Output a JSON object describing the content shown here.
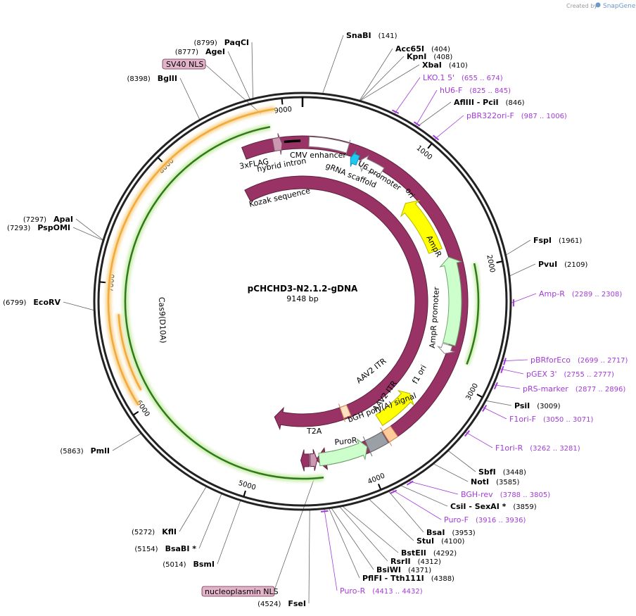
{
  "credit": {
    "prefix": "Created by",
    "brand": "SnapGene"
  },
  "plasmid": {
    "name": "pCHCHD3-N2.1.2-gDNA",
    "size_label": "9148 bp",
    "length": 9148
  },
  "ticks": [
    {
      "bp": 1000,
      "label": "1000"
    },
    {
      "bp": 2000,
      "label": "2000"
    },
    {
      "bp": 3000,
      "label": "3000"
    },
    {
      "bp": 4000,
      "label": "4000"
    },
    {
      "bp": 5000,
      "label": "5000"
    },
    {
      "bp": 6000,
      "label": "6000"
    },
    {
      "bp": 7000,
      "label": "7000"
    },
    {
      "bp": 8000,
      "label": "8000"
    },
    {
      "bp": 9000,
      "label": "9000"
    }
  ],
  "sites": [
    {
      "name": "SnaBI",
      "pos": "(141)",
      "bp": 141
    },
    {
      "name": "Acc65I",
      "pos": "(404)",
      "bp": 404
    },
    {
      "name": "KpnI",
      "pos": "(408)",
      "bp": 408
    },
    {
      "name": "XbaI",
      "pos": "(410)",
      "bp": 410
    },
    {
      "name": "AflIII  - PciI",
      "pos": "(846)",
      "bp": 846
    },
    {
      "name": "FspI",
      "pos": "(1961)",
      "bp": 1961
    },
    {
      "name": "PvuI",
      "pos": "(2109)",
      "bp": 2109
    },
    {
      "name": "PsiI",
      "pos": "(3009)",
      "bp": 3009
    },
    {
      "name": "SbfI",
      "pos": "(3448)",
      "bp": 3448
    },
    {
      "name": "NotI",
      "pos": "(3585)",
      "bp": 3585
    },
    {
      "name": "CsiI  - SexAI *",
      "pos": "(3859)",
      "bp": 3859
    },
    {
      "name": "BsaI",
      "pos": "(3953)",
      "bp": 3953
    },
    {
      "name": "StuI",
      "pos": "(4100)",
      "bp": 4100
    },
    {
      "name": "BstEII",
      "pos": "(4292)",
      "bp": 4292
    },
    {
      "name": "RsrII",
      "pos": "(4312)",
      "bp": 4312
    },
    {
      "name": "BsiWI",
      "pos": "(4371)",
      "bp": 4371
    },
    {
      "name": "PflFI  - Tth111I",
      "pos": "(4388)",
      "bp": 4388
    },
    {
      "name": "FseI",
      "pos": "(4524)",
      "bp": 4524
    },
    {
      "name": "BsmI",
      "pos": "(5014)",
      "bp": 5014
    },
    {
      "name": "BsaBI *",
      "pos": "(5154)",
      "bp": 5154
    },
    {
      "name": "KflI",
      "pos": "(5272)",
      "bp": 5272
    },
    {
      "name": "PmlI",
      "pos": "(5863)",
      "bp": 5863
    },
    {
      "name": "EcoRV",
      "pos": "(6799)",
      "bp": 6799
    },
    {
      "name": "PspOMI",
      "pos": "(7293)",
      "bp": 7293
    },
    {
      "name": "ApaI",
      "pos": "(7297)",
      "bp": 7297
    },
    {
      "name": "BglII",
      "pos": "(8398)",
      "bp": 8398
    },
    {
      "name": "AgeI",
      "pos": "(8777)",
      "bp": 8777
    },
    {
      "name": "PaqCI",
      "pos": "(8799)",
      "bp": 8799
    }
  ],
  "primers": [
    {
      "name": "LKO.1 5'",
      "pos": "(655 .. 674)",
      "bp": 664
    },
    {
      "name": "hU6-F",
      "pos": "(825 .. 845)",
      "bp": 835
    },
    {
      "name": "pBR322ori-F",
      "pos": "(987 .. 1006)",
      "bp": 996
    },
    {
      "name": "Amp-R",
      "pos": "(2289 .. 2308)",
      "bp": 2298
    },
    {
      "name": "pBRforEco",
      "pos": "(2699 .. 2717)",
      "bp": 2708
    },
    {
      "name": "pGEX 3'",
      "pos": "(2755 .. 2777)",
      "bp": 2766
    },
    {
      "name": "pRS-marker",
      "pos": "(2877 .. 2896)",
      "bp": 2886
    },
    {
      "name": "F1ori-F",
      "pos": "(3050 .. 3071)",
      "bp": 3060
    },
    {
      "name": "F1ori-R",
      "pos": "(3262 .. 3281)",
      "bp": 3271
    },
    {
      "name": "BGH-rev",
      "pos": "(3788 .. 3805)",
      "bp": 3796
    },
    {
      "name": "Puro-F",
      "pos": "(3916 .. 3936)",
      "bp": 3926
    },
    {
      "name": "Puro-R",
      "pos": "(4413 .. 4432)",
      "bp": 4422
    }
  ],
  "features": [
    {
      "name": "CMV enhancer",
      "type": "enhancer",
      "color": "#ffffff",
      "stroke": "#888888"
    },
    {
      "name": "U6 promoter",
      "type": "promoter",
      "color": "#ffffff",
      "stroke": "#888888"
    },
    {
      "name": "gRNA scaffold",
      "type": "misc",
      "color": "#1ec8f0",
      "stroke": "#1592b0"
    },
    {
      "name": "ori",
      "type": "rep_origin",
      "color": "#ffff00",
      "stroke": "#b5b500"
    },
    {
      "name": "AmpR",
      "type": "CDS",
      "color": "#ccffcc",
      "stroke": "#6aa86a"
    },
    {
      "name": "AmpR promoter",
      "type": "promoter",
      "color": "#ffffff",
      "stroke": "#888888"
    },
    {
      "name": "f1 ori",
      "type": "rep_origin",
      "color": "#ffff00",
      "stroke": "#b5b500"
    },
    {
      "name": "AAV2 ITR",
      "type": "repeat",
      "color": "#ffcc99",
      "stroke": "#c9895a"
    },
    {
      "name": "bGH poly(A) signal",
      "type": "terminator",
      "color": "#999999",
      "stroke": "#666666"
    },
    {
      "name": "PuroR",
      "type": "CDS",
      "color": "#ccffcc",
      "stroke": "#6aa86a"
    },
    {
      "name": "T2A",
      "type": "CDS",
      "color": "#993366",
      "stroke": "#5e1f3e"
    },
    {
      "name": "Cas9",
      "type": "CDS",
      "color": "#993366",
      "stroke": "#5e1f3e"
    },
    {
      "name": "Cas9(D10A)",
      "type": "CDS",
      "color": "#993366",
      "stroke": "#5e1f3e"
    },
    {
      "name": "Kozak sequence",
      "type": "misc",
      "color": "#993366",
      "stroke": "#5e1f3e"
    },
    {
      "name": "3xFLAG",
      "type": "tag",
      "color": "#cc99b2",
      "stroke": "#80506a"
    },
    {
      "name": "hybrid intron",
      "type": "intron",
      "color": "#000000",
      "stroke": "#000000"
    },
    {
      "name": "SV40 NLS",
      "type": "nls",
      "color": "#ffcc99",
      "stroke": "#c9895a"
    },
    {
      "name": "nucleoplasmin NLS",
      "type": "nls",
      "color": "#ffcc99",
      "stroke": "#c9895a"
    }
  ],
  "boxed_labels": {
    "sv40": "SV40 NLS",
    "nucleoplasmin": "nucleoplasmin NLS"
  },
  "colors": {
    "cas9": "#993366",
    "ori": "#ffff00",
    "ampr": "#ccffcc",
    "primer": "#a23bd6",
    "orf_orange": "#f3a93c",
    "orf_green": "#78c83c"
  }
}
